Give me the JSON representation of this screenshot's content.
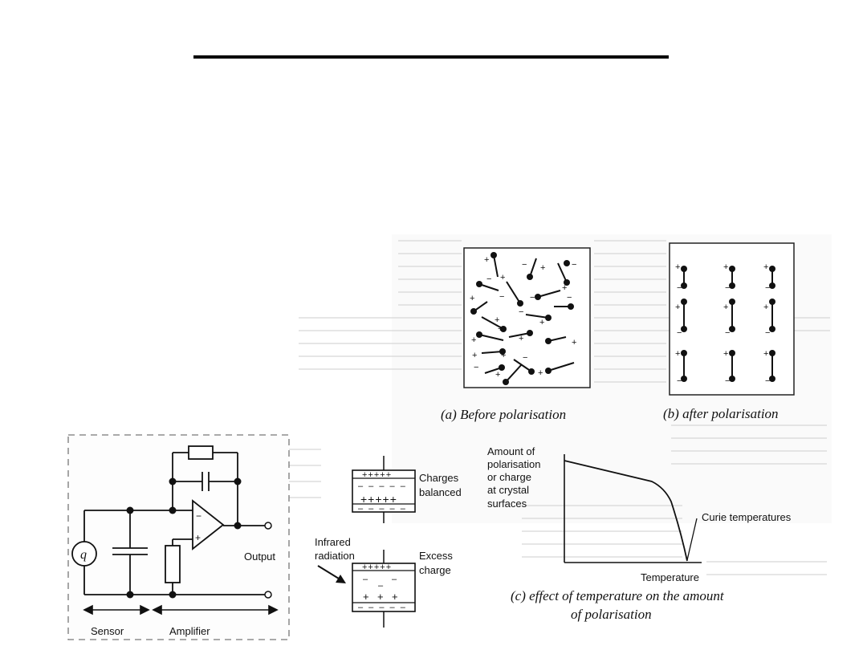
{
  "polarisation": {
    "before_caption": "(a) Before polarisation",
    "after_caption": "(b) after polarisation"
  },
  "circuit": {
    "source_symbol": "q",
    "output_label": "Output",
    "sensor_label": "Sensor",
    "amplifier_label": "Amplifier"
  },
  "crystal": {
    "infrared_label": [
      "Infrared",
      "radiation"
    ],
    "balanced_label": [
      "Charges",
      "balanced"
    ],
    "excess_label": [
      "Excess",
      "charge"
    ]
  },
  "graph": {
    "y_label": [
      "Amount of",
      "polarisation",
      "or charge",
      "at crystal",
      "surfaces"
    ],
    "x_label": "Temperature",
    "curie_label": "Curie temperatures",
    "caption": [
      "(c) effect of temperature on the amount",
      "of polarisation"
    ]
  },
  "colors": {
    "ink": "#111111",
    "faint_text": "#b9b9b9",
    "title_rule": "#000000"
  }
}
